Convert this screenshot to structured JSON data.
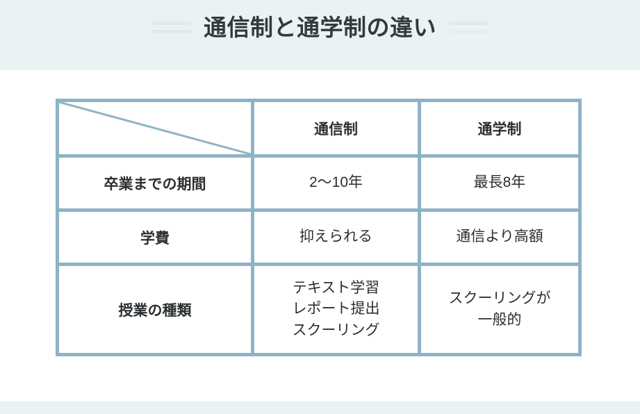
{
  "header": {
    "title": "通信制と通学制の違い",
    "decoration_left": "double-line-dash",
    "decoration_right": "double-line-dash",
    "background_color": "#eaf2f4",
    "title_color": "#333a3d"
  },
  "theme": {
    "accent_border": "#8fb3c6",
    "band_background": "#eaf2f4",
    "page_background": "#ffffff",
    "text_color": "#2b2f31",
    "decoration_color": "#dde9ef"
  },
  "table": {
    "corner_cell": {
      "label": "",
      "icon": "diagonal-slash"
    },
    "columns": [
      {
        "key": "label",
        "header": ""
      },
      {
        "key": "tsushin",
        "header": "通信制"
      },
      {
        "key": "tsugaku",
        "header": "通学制"
      }
    ],
    "rows": [
      {
        "label": "卒業までの期間",
        "tsushin": "2〜10年",
        "tsugaku": "最長8年",
        "tsushin_lines": [
          "2〜10年"
        ],
        "tsugaku_lines": [
          "最長8年"
        ]
      },
      {
        "label": "学費",
        "tsushin": "抑えられる",
        "tsugaku": "通信より高額",
        "tsushin_lines": [
          "抑えられる"
        ],
        "tsugaku_lines": [
          "通信より高額"
        ]
      },
      {
        "label": "授業の種類",
        "tsushin": "テキスト学習 レポート提出 スクーリング",
        "tsugaku": "スクーリングが 一般的",
        "tsushin_lines": [
          "テキスト学習",
          "レポート提出",
          "スクーリング"
        ],
        "tsugaku_lines": [
          "スクーリングが",
          "一般的"
        ]
      }
    ]
  }
}
